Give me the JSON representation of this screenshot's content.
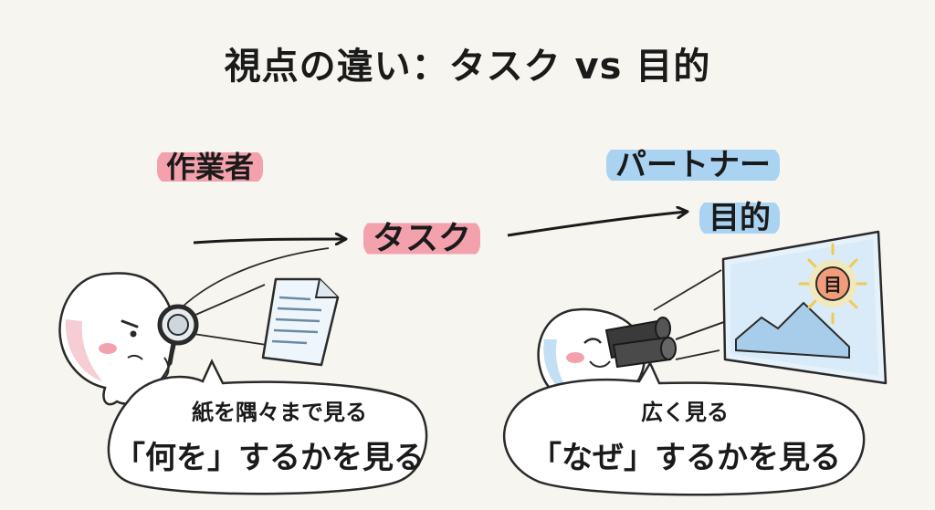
{
  "title": "視点の違い：タスク vs 目的",
  "left": {
    "role": "作業者",
    "bubble_small": "紙を隅々まで見る",
    "bubble_big": "「何を」するかを見る"
  },
  "center": {
    "focus": "タスク"
  },
  "right": {
    "role": "パートナー",
    "focus": "目的",
    "sun_label": "目",
    "bubble_small": "広く見る",
    "bubble_big": "「なぜ」するかを見る"
  }
}
